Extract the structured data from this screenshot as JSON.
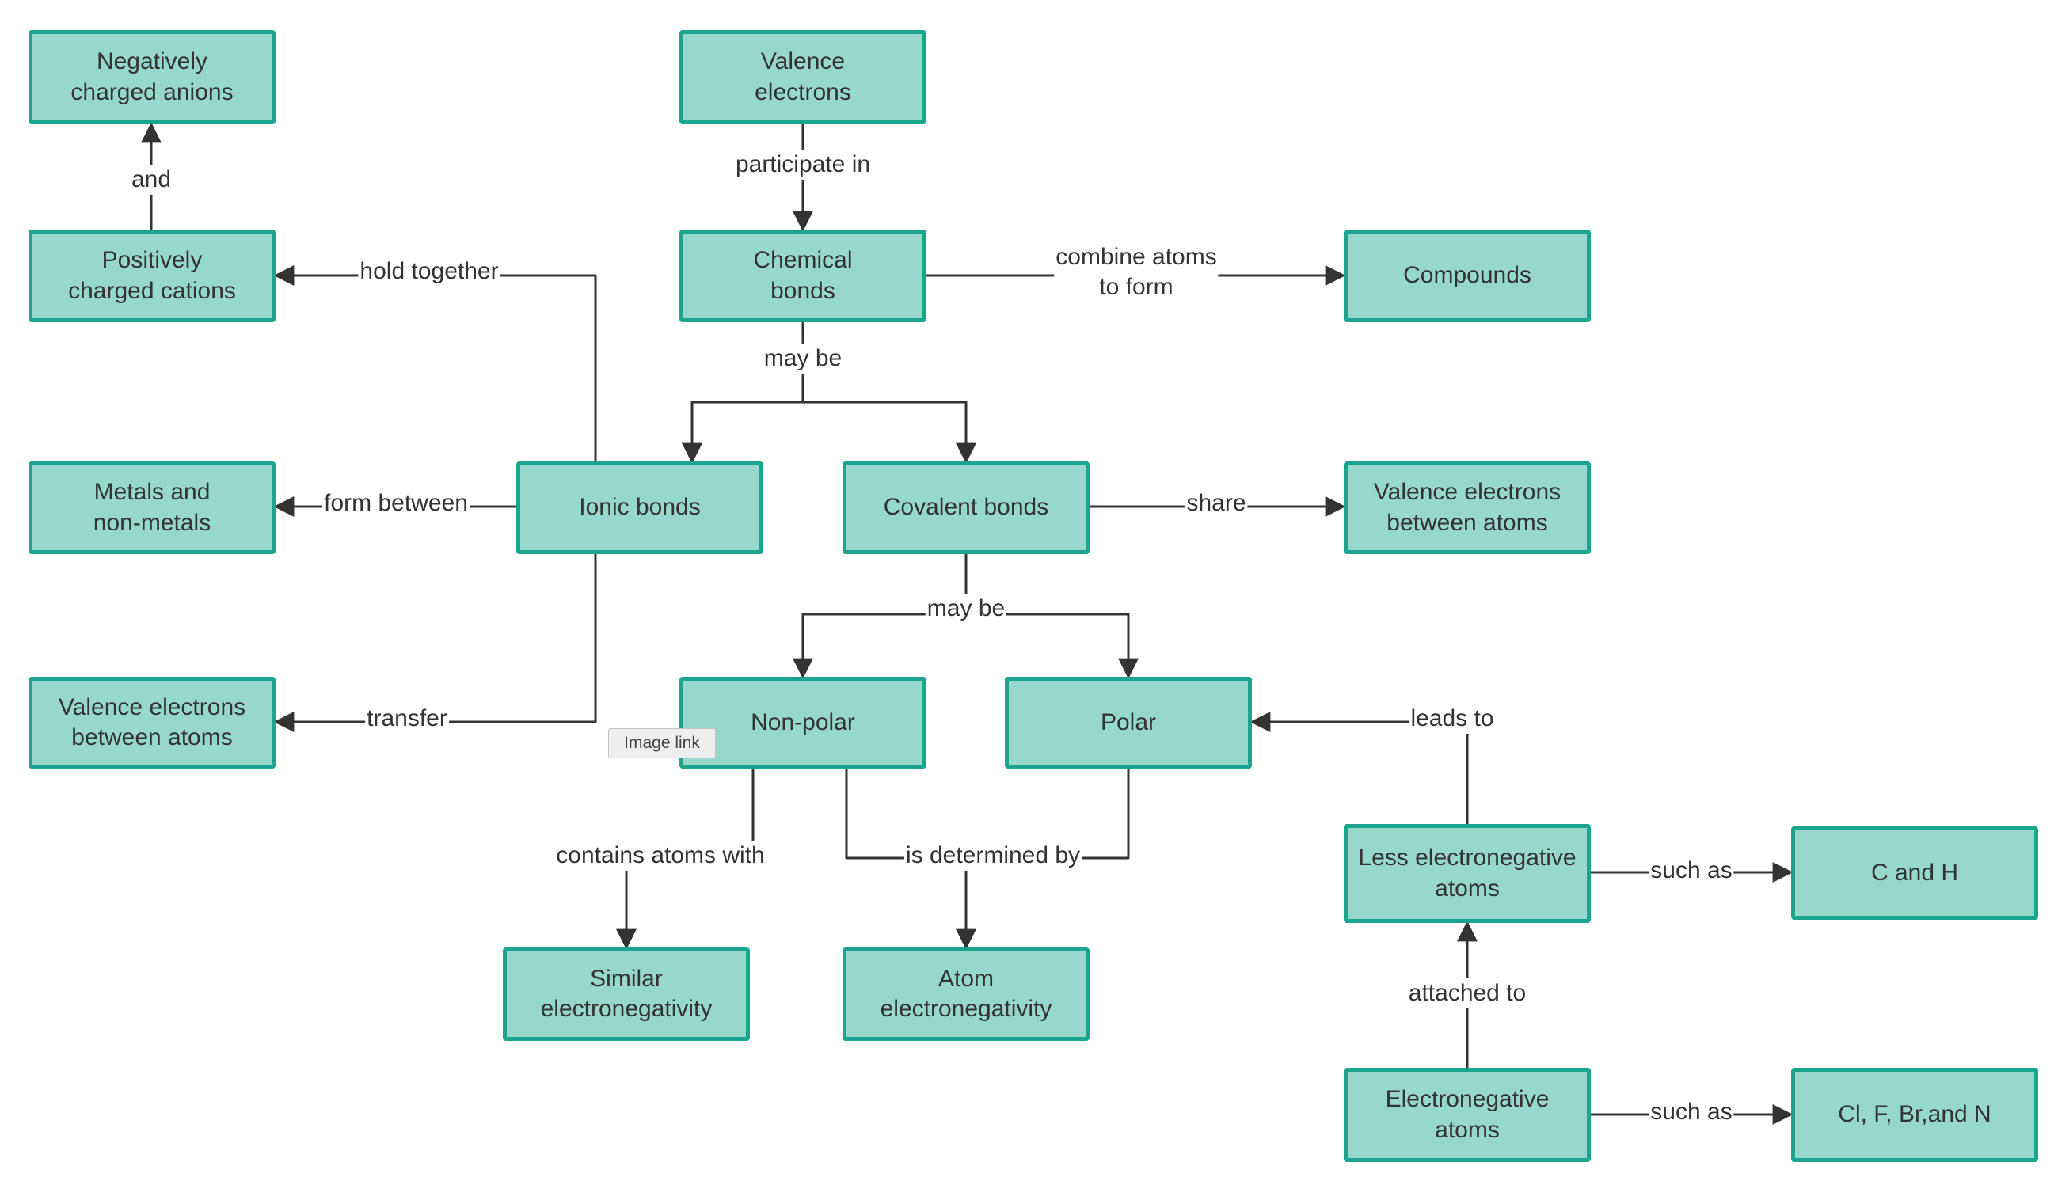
{
  "diagram": {
    "style": {
      "node_fill": "#96d8cb",
      "node_border": "#1ba58e",
      "edge_color": "#333333",
      "text_color": "#333333"
    },
    "nodes": [
      {
        "id": "neg_anions",
        "label": "Negatively\ncharged anions"
      },
      {
        "id": "valence_electrons",
        "label": "Valence\nelectrons"
      },
      {
        "id": "pos_cations",
        "label": "Positively\ncharged cations"
      },
      {
        "id": "chemical_bonds",
        "label": "Chemical\nbonds"
      },
      {
        "id": "compounds",
        "label": "Compounds"
      },
      {
        "id": "metals_nonmetals",
        "label": "Metals and\nnon-metals"
      },
      {
        "id": "ionic_bonds",
        "label": "Ionic bonds"
      },
      {
        "id": "covalent_bonds",
        "label": "Covalent bonds"
      },
      {
        "id": "valence_share",
        "label": "Valence electrons\nbetween atoms"
      },
      {
        "id": "valence_transfer",
        "label": "Valence electrons\nbetween atoms"
      },
      {
        "id": "non_polar",
        "label": "Non-polar"
      },
      {
        "id": "polar",
        "label": "Polar"
      },
      {
        "id": "less_electroneg",
        "label": "Less electronegative\natoms"
      },
      {
        "id": "c_and_h",
        "label": "C and H"
      },
      {
        "id": "similar_electroneg",
        "label": "Similar\nelectronegativity"
      },
      {
        "id": "atom_electroneg",
        "label": "Atom\nelectronegativity"
      },
      {
        "id": "electroneg_atoms",
        "label": "Electronegative\natoms"
      },
      {
        "id": "cl_f_br_n",
        "label": "Cl, F, Br,and N"
      }
    ],
    "edges": [
      {
        "from": "pos_cations",
        "to": "neg_anions",
        "label": "and"
      },
      {
        "from": "valence_electrons",
        "to": "chemical_bonds",
        "label": "participate in"
      },
      {
        "from": "ionic_bonds",
        "to": "pos_cations",
        "label": "hold together"
      },
      {
        "from": "chemical_bonds",
        "to": "compounds",
        "label": "combine atoms\nto form"
      },
      {
        "from": "chemical_bonds",
        "to": "ionic_bonds",
        "label": "may be"
      },
      {
        "from": "chemical_bonds",
        "to": "covalent_bonds",
        "label": ""
      },
      {
        "from": "ionic_bonds",
        "to": "metals_nonmetals",
        "label": "form between"
      },
      {
        "from": "covalent_bonds",
        "to": "valence_share",
        "label": "share"
      },
      {
        "from": "ionic_bonds",
        "to": "valence_transfer",
        "label": "transfer"
      },
      {
        "from": "covalent_bonds",
        "to": "non_polar",
        "label": "may be"
      },
      {
        "from": "covalent_bonds",
        "to": "polar",
        "label": ""
      },
      {
        "from": "less_electroneg",
        "to": "polar",
        "label": "leads to"
      },
      {
        "from": "less_electroneg",
        "to": "c_and_h",
        "label": "such as"
      },
      {
        "from": "non_polar",
        "to": "similar_electroneg",
        "label": "contains atoms with"
      },
      {
        "from": "non_polar",
        "to": "atom_electroneg",
        "label": "is determined by"
      },
      {
        "from": "polar",
        "to": "atom_electroneg",
        "label": ""
      },
      {
        "from": "electroneg_atoms",
        "to": "less_electroneg",
        "label": "attached to"
      },
      {
        "from": "electroneg_atoms",
        "to": "cl_f_br_n",
        "label": "such as"
      }
    ],
    "image_link_label": "Image link"
  }
}
